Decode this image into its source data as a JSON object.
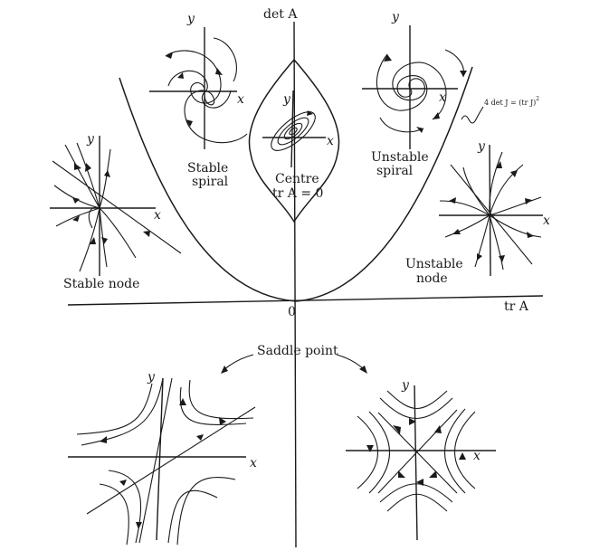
{
  "axes": {
    "x_label": "tr A",
    "y_label": "det A",
    "origin": "0"
  },
  "boundary_label": {
    "prefix": "4 det J = (tr J)",
    "power": "2"
  },
  "regions": {
    "stable_spiral": [
      "Stable",
      "spiral"
    ],
    "unstable_spiral": [
      "Unstable",
      "spiral"
    ],
    "centre": [
      "Centre",
      "tr A = 0"
    ],
    "stable_node": [
      "Stable node"
    ],
    "unstable_node": [
      "Unstable",
      "node"
    ],
    "saddle": [
      "Saddle point"
    ]
  },
  "inset_axis_labels": {
    "x": "x",
    "y": "y"
  }
}
